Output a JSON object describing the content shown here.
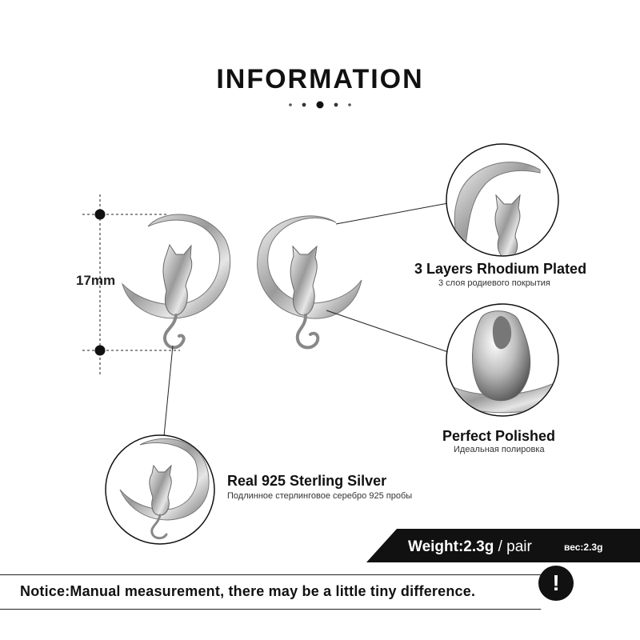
{
  "header": {
    "title": "INFORMATION"
  },
  "measurement": {
    "height_label": "17mm"
  },
  "features": [
    {
      "title": "3 Layers Rhodium Plated",
      "subtitle": "3 слоя родиевого покрытия"
    },
    {
      "title": "Perfect  Polished",
      "subtitle": "Идеальная полировка"
    },
    {
      "title": "Real 925  Sterling  Silver",
      "subtitle": "Подлинное стерлинговое серебро 925 пробы"
    }
  ],
  "weight": {
    "label": "Weight:2.3g",
    "unit": " / pair",
    "ru_label": "вес:2.3g"
  },
  "notice": {
    "text": "Notice:Manual measurement, there may be a little tiny difference.",
    "icon_glyph": "!"
  },
  "colors": {
    "text": "#111111",
    "silver": "#c8c8c8",
    "band": "#111111",
    "background": "#ffffff"
  },
  "icons": [
    "info-dots-icon",
    "exclamation-icon"
  ]
}
